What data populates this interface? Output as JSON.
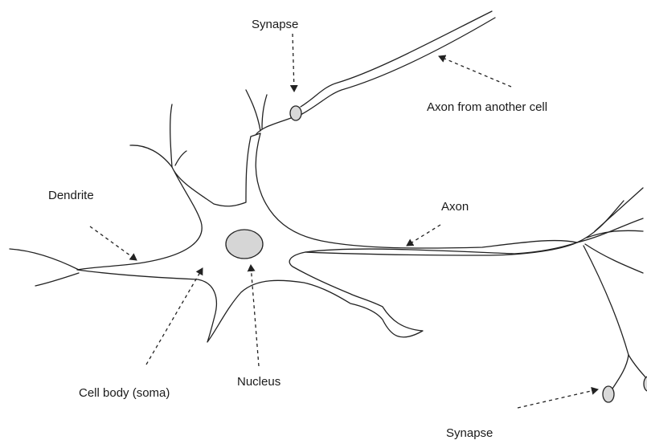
{
  "labels": {
    "synapse_top": "Synapse",
    "axon_from_another_cell": "Axon from another cell",
    "dendrite": "Dendrite",
    "axon": "Axon",
    "cell_body": "Cell body (soma)",
    "nucleus": "Nucleus",
    "synapse_bottom": "Synapse"
  },
  "colors": {
    "nucleus_fill": "#d6d6d6",
    "synapse_fill": "#d9d9d9"
  }
}
